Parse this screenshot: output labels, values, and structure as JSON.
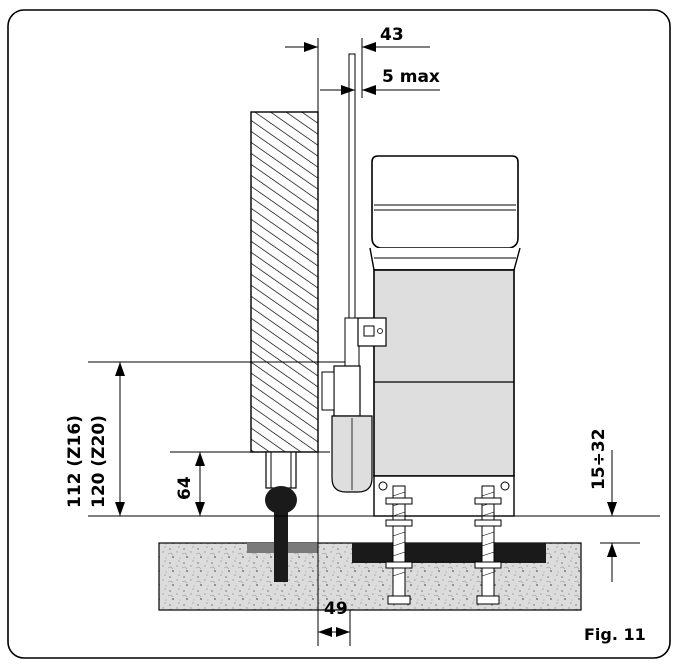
{
  "figure": {
    "label": "Fig. 11"
  },
  "dimensions": {
    "width_top": "43",
    "gap_max": "5 max",
    "height_z16": "112 (Z16)",
    "height_z20": "120 (Z20)",
    "height_64": "64",
    "offset_49": "49",
    "range_15_32": "15÷32"
  }
}
